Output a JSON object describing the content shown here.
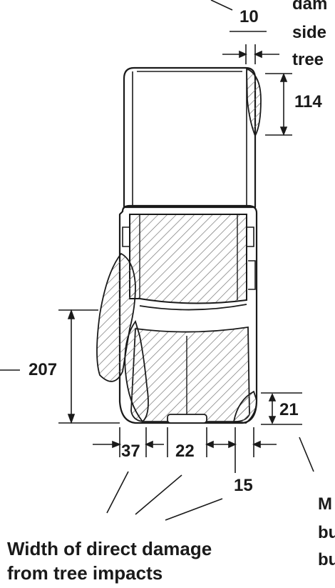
{
  "dimensions": {
    "d10": "10",
    "d114": "114",
    "d207": "207",
    "d21": "21",
    "d37": "37",
    "d22": "22",
    "d15": "15"
  },
  "notes": {
    "top_right": [
      "dam",
      "side",
      "tree"
    ],
    "bottom_right": [
      "M",
      "bu",
      "bu"
    ],
    "caption_line1": "Width of direct damage",
    "caption_line2": "from tree impacts"
  },
  "colors": {
    "ink": "#1a1a1a",
    "hatch": "#6a6a6a",
    "paper": "#ffffff"
  }
}
